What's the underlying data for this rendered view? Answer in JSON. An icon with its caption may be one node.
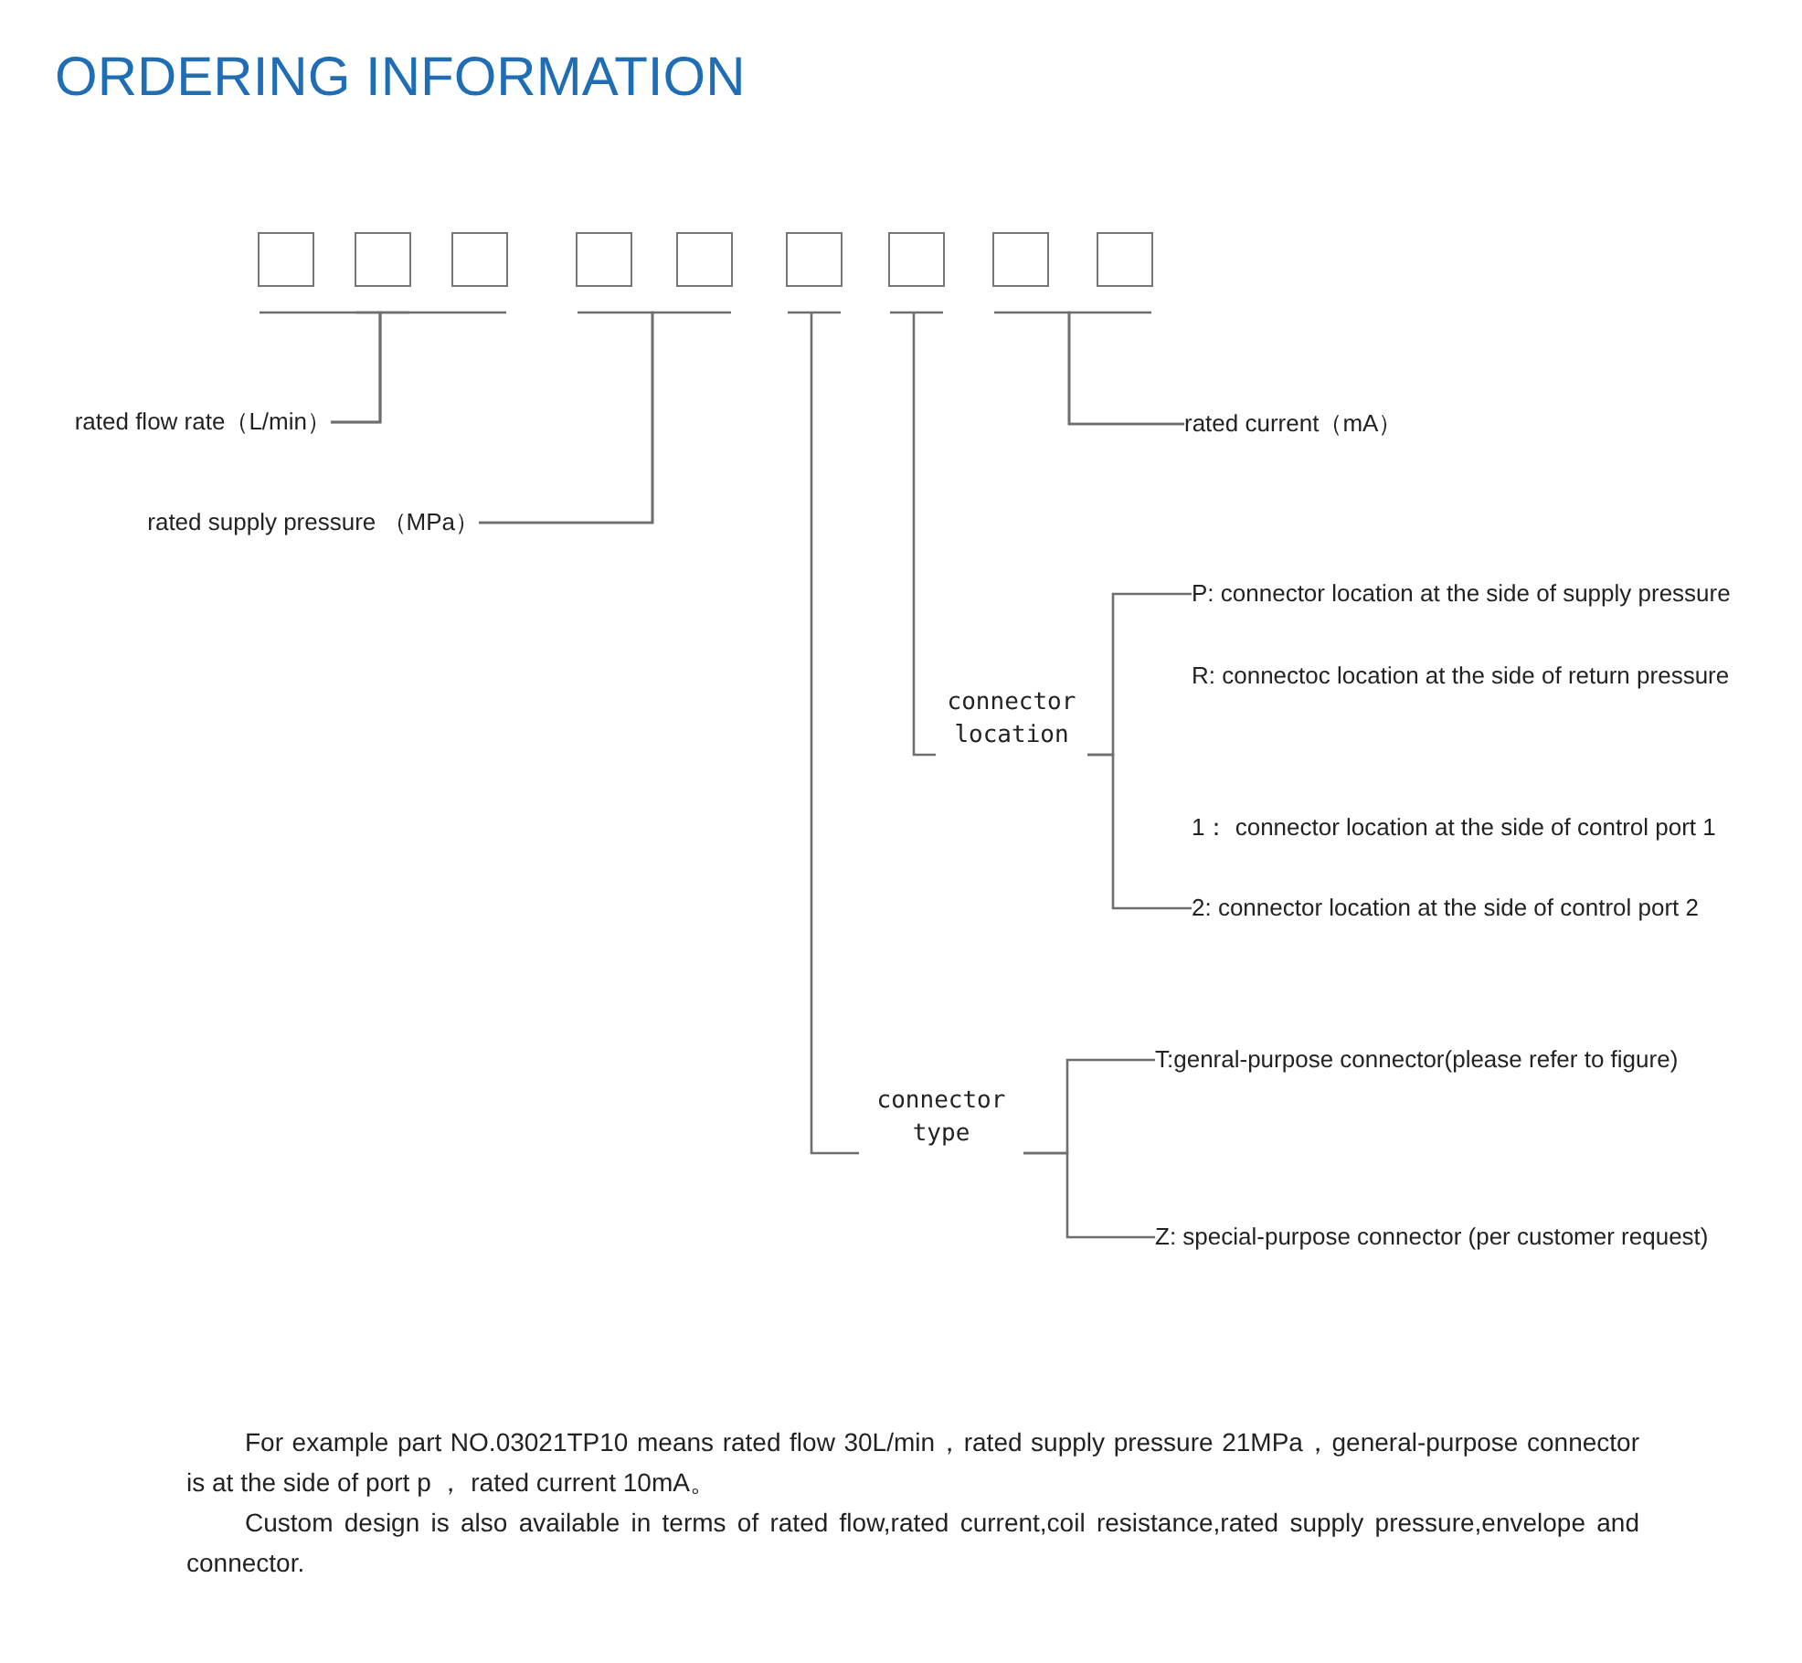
{
  "diagram": {
    "title": "ORDERING INFORMATION",
    "nodes": [
      {
        "text": [],
        "shape": "box"
      },
      {
        "text": [],
        "shape": "box"
      },
      {
        "text": [],
        "shape": "box"
      },
      {
        "text": [],
        "shape": "box"
      },
      {
        "text": [],
        "shape": "box"
      },
      {
        "text": [],
        "shape": "box"
      },
      {
        "text": [],
        "shape": "box"
      },
      {
        "text": [],
        "shape": "box"
      },
      {
        "text": [],
        "shape": "box"
      },
      {
        "text": [
          "rated flow rate（L/min）"
        ]
      },
      {
        "text": [
          "rated supply pressure （MPa）"
        ]
      },
      {
        "text": [
          "rated current（mA）"
        ]
      },
      {
        "text": [
          "connector location"
        ]
      },
      {
        "text": [
          "P: connector location at the side of supply pressure"
        ]
      },
      {
        "text": [
          "R: connectoc location at the side of return pressure"
        ]
      },
      {
        "text": [
          "1： connector location at the side of control port 1"
        ]
      },
      {
        "text": [
          "2: connector location at the side of control port 2"
        ]
      },
      {
        "text": [
          "connector type"
        ]
      },
      {
        "text": [
          "T:genral-purpose connector(please refer to figure)"
        ]
      },
      {
        "text": [
          "Z: special-purpose connector (per customer request)"
        ]
      }
    ],
    "edges": [
      {
        "from": 0,
        "to": 9,
        "arrow": "none"
      },
      {
        "from": 1,
        "to": 9,
        "arrow": "none"
      },
      {
        "from": 2,
        "to": 9,
        "arrow": "none"
      },
      {
        "from": 3,
        "to": 10,
        "arrow": "none"
      },
      {
        "from": 4,
        "to": 10,
        "arrow": "none"
      },
      {
        "from": 5,
        "to": 17,
        "arrow": "none"
      },
      {
        "from": 6,
        "to": 12,
        "arrow": "none"
      },
      {
        "from": 7,
        "to": 11,
        "arrow": "none"
      },
      {
        "from": 8,
        "to": 11,
        "arrow": "none"
      },
      {
        "from": 12,
        "to": 13,
        "arrow": "none"
      },
      {
        "from": 12,
        "to": 16,
        "arrow": "none"
      },
      {
        "from": 17,
        "to": 18,
        "arrow": "none"
      },
      {
        "from": 17,
        "to": 19,
        "arrow": "none"
      }
    ],
    "labels": [
      "For example part NO.03021TP10 means rated flow 30L/min，rated supply pressure 21MPa，general-purpose connector is at the side of port p ， rated current 10mA。",
      "Custom design is also available in terms of rated flow,rated current,coil resistance,rated supply pressure,envelope and connector."
    ]
  }
}
